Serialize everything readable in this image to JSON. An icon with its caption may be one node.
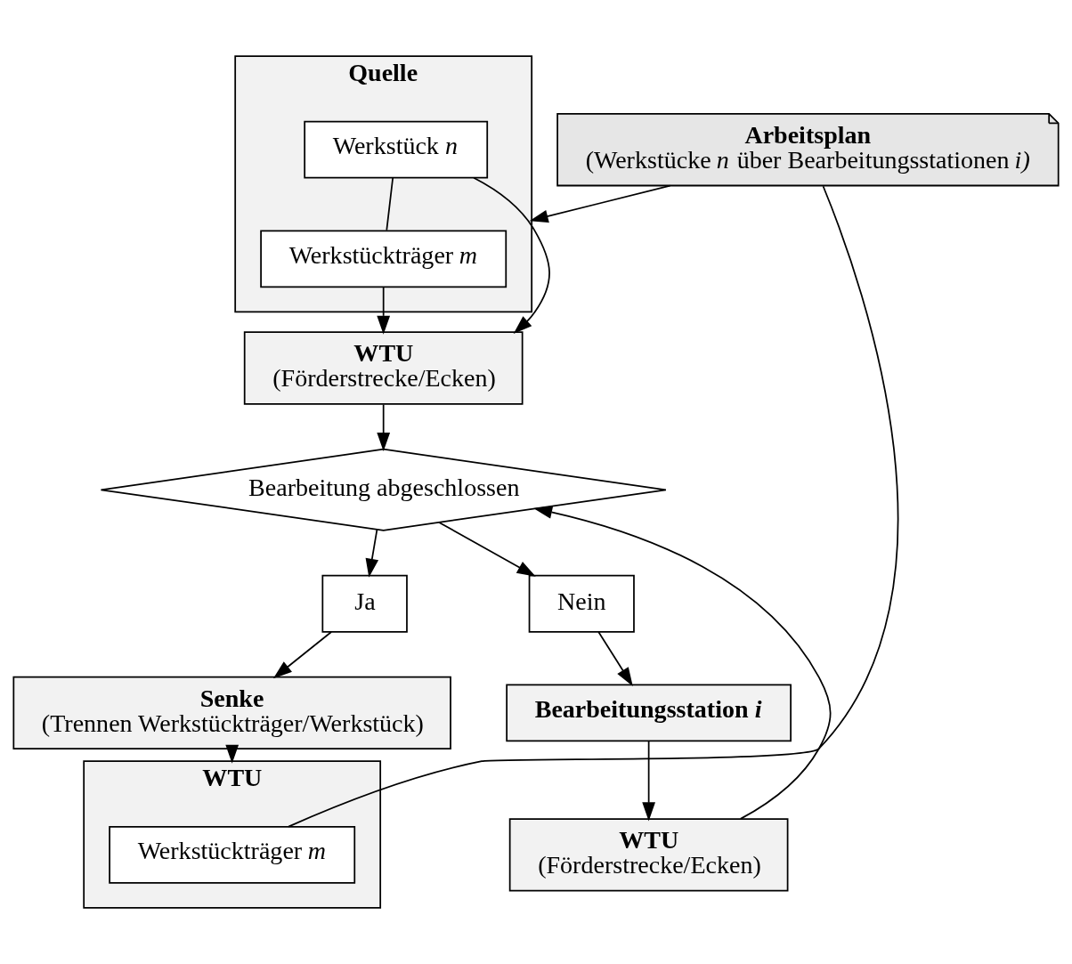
{
  "diagram": {
    "nodes": [
      {
        "text": [
          "Quelle"
        ]
      },
      {
        "text": [
          "Werkstück *n*"
        ],
        "in": 0
      },
      {
        "text": [
          "Werkstückträger *m*"
        ],
        "in": 0
      },
      {
        "text": [
          "Arbeitsplan",
          "(Werkstücke *n* über Bearbeitungsstationen *i)*"
        ]
      },
      {
        "text": [
          "WTU",
          "(Förderstrecke/Ecken)"
        ]
      },
      {
        "text": [
          "Bearbeitung abgeschlossen"
        ]
      },
      {
        "text": [
          "Ja"
        ]
      },
      {
        "text": [
          "Nein"
        ]
      },
      {
        "text": [
          "Bearbeitungsstation *i*"
        ]
      },
      {
        "text": [
          "WTU",
          "(Förderstrecke/Ecken)"
        ]
      },
      {
        "text": [
          "Senke",
          "(Trennen Werkstückträger/Werkstück)"
        ]
      },
      {
        "text": [
          "WTU"
        ]
      },
      {
        "text": [
          "Werkstückträger *m*"
        ],
        "in": 11
      }
    ],
    "edges": [
      {
        "from": 3,
        "to": 0,
        "arrow": "to"
      },
      {
        "from": 1,
        "to": 2,
        "arrow": "none"
      },
      {
        "from": 1,
        "to": 4,
        "arrow": "to"
      },
      {
        "from": 2,
        "to": 4,
        "arrow": "to"
      },
      {
        "from": 4,
        "to": 5,
        "arrow": "to"
      },
      {
        "from": 5,
        "to": 6,
        "arrow": "to"
      },
      {
        "from": 5,
        "to": 7,
        "arrow": "to"
      },
      {
        "from": 7,
        "to": 8,
        "arrow": "to"
      },
      {
        "from": 8,
        "to": 9,
        "arrow": "to"
      },
      {
        "from": 9,
        "to": 5,
        "arrow": "to"
      },
      {
        "from": 6,
        "to": 10,
        "arrow": "to"
      },
      {
        "from": 10,
        "to": 11,
        "arrow": "to"
      },
      {
        "from": 12,
        "to": 3,
        "arrow": "none"
      }
    ]
  }
}
